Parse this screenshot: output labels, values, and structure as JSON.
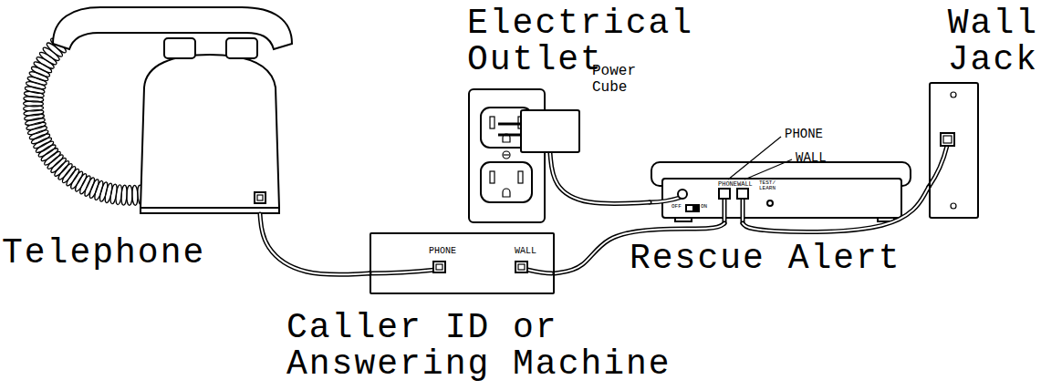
{
  "diagram": {
    "nodes": [
      {
        "text": [
          "Telephone"
        ]
      },
      {
        "text": [
          "Electrical Outlet"
        ]
      },
      {
        "text": [
          "Power Cube"
        ]
      },
      {
        "text": [
          "Wall Jack"
        ]
      },
      {
        "text": [
          "Caller ID or Answering Machine",
          "PHONE",
          "WALL"
        ]
      },
      {
        "text": [
          "Rescue Alert",
          "PHONE",
          "WALL",
          "TEST/ LEARN",
          "OFF",
          "ON"
        ]
      }
    ],
    "edges": [
      {
        "from": 0,
        "to": 4,
        "arrow": "none"
      },
      {
        "from": 4,
        "to": 5,
        "arrow": "none"
      },
      {
        "from": 2,
        "to": 5,
        "arrow": "none"
      },
      {
        "from": 5,
        "to": 3,
        "arrow": "none"
      }
    ],
    "labels": [
      "PHONE",
      "WALL"
    ]
  }
}
